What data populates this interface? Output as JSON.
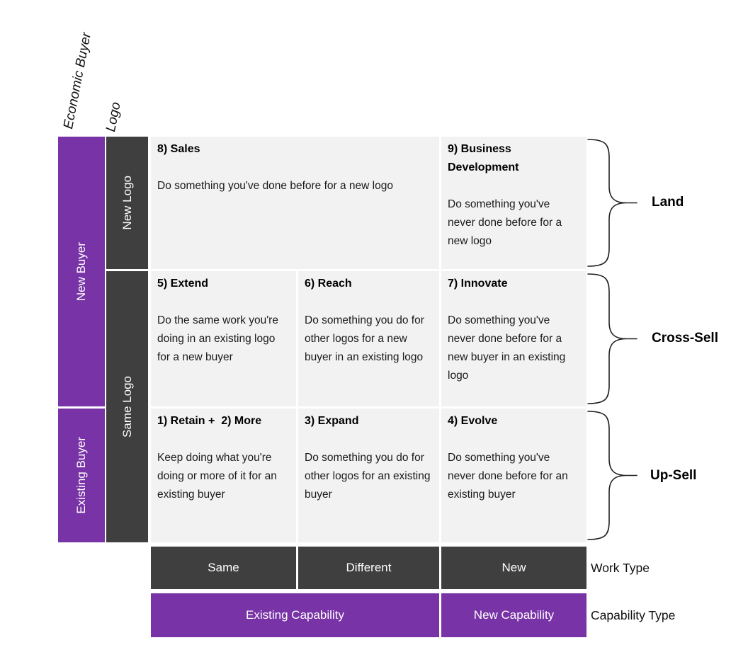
{
  "colors": {
    "purple": "#7833A6",
    "dark_gray": "#3F3F3F",
    "cell_background": "#F2F2F2",
    "text_on_fill": "#FFFFFF",
    "text": "#1A1A1A"
  },
  "axes": {
    "economic_buyer": {
      "label": "Economic Buyer",
      "values": [
        "New Buyer",
        "Existing Buyer"
      ]
    },
    "logo": {
      "label": "Logo",
      "values": [
        "New Logo",
        "Same Logo"
      ]
    },
    "work_type": {
      "label": "Work Type",
      "values": [
        "Same",
        "Different",
        "New"
      ]
    },
    "capability_type": {
      "label": "Capability Type",
      "values": [
        "Existing Capability",
        "New Capability"
      ]
    }
  },
  "cells": {
    "sales": {
      "title": "8) Sales",
      "desc": "Do something you've done before for a new logo"
    },
    "business_development": {
      "title": "9) Business Development",
      "desc": "Do something you've never done before for a new logo"
    },
    "extend": {
      "title": "5) Extend",
      "desc": "Do the same work you're doing in an existing logo for a new buyer"
    },
    "reach": {
      "title": "6) Reach",
      "desc": "Do something you do for other logos for a new buyer in an existing logo"
    },
    "innovate": {
      "title": "7) Innovate",
      "desc": "Do something you've never done before for a new buyer in an existing logo"
    },
    "retain_more": {
      "title": "1) Retain +  2) More",
      "desc": "Keep doing what you're doing or more of it for an existing buyer"
    },
    "expand": {
      "title": "3) Expand",
      "desc": "Do something you do for other logos for an existing buyer"
    },
    "evolve": {
      "title": "4) Evolve",
      "desc": "Do something you've never done before for an existing buyer"
    }
  },
  "braces": {
    "land": "Land",
    "cross_sell": "Cross-Sell",
    "up_sell": "Up-Sell"
  }
}
